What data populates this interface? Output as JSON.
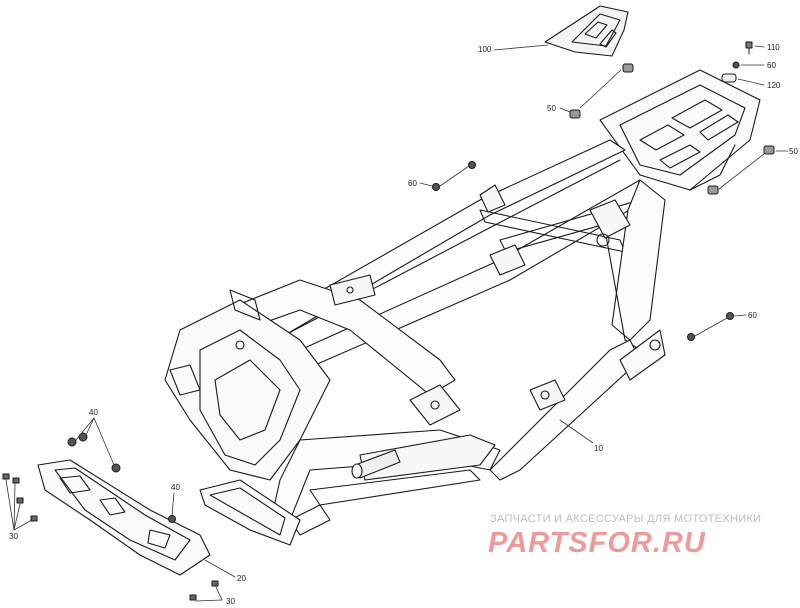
{
  "callouts": {
    "c100": "100",
    "c110": "110",
    "c60_top": "60",
    "c120": "120",
    "c50_top": "50",
    "c50_right": "50",
    "c60_left": "60",
    "c60_right": "60",
    "c10": "10",
    "c40_left": "40",
    "c40_mid": "40",
    "c30_left": "30",
    "c30_bottom": "30",
    "c20": "20"
  },
  "watermark": {
    "line1": "ЗАПЧАСТИ И АКСЕССУАРЫ ДЛЯ МОТОТЕХНИКИ",
    "line2": "PARTSFOR.RU"
  }
}
